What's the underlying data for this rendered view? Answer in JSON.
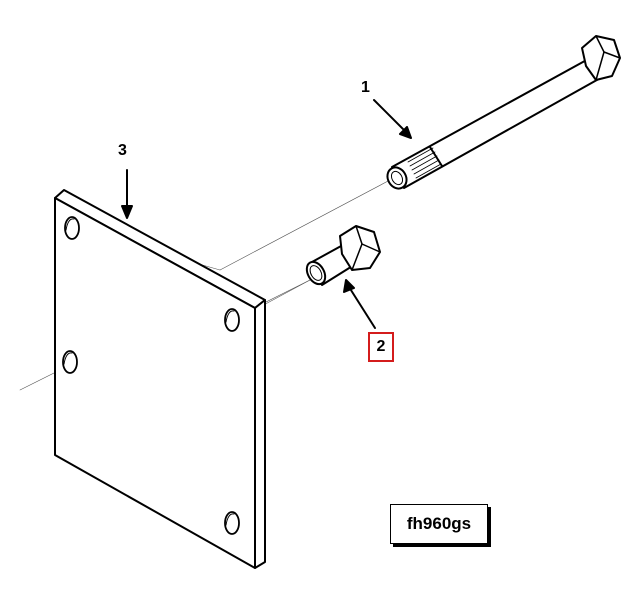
{
  "callouts": {
    "bolt_long": "1",
    "screw_short": "2",
    "plate": "3"
  },
  "figure_id": "fh960gs",
  "highlight_color": "#d41c1c"
}
